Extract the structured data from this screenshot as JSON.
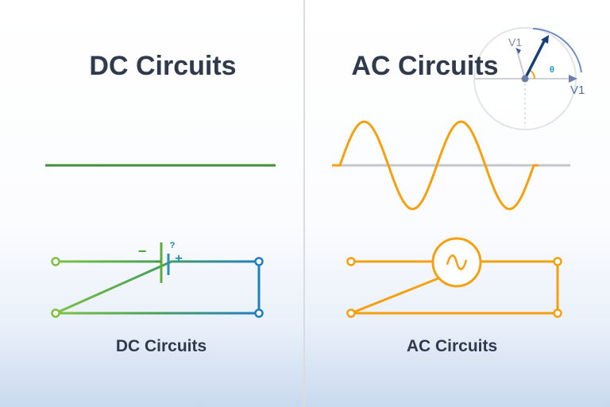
{
  "dc": {
    "title": "DC Circuits",
    "label": "DC Circuits",
    "minus_sign": "−",
    "plus_sign": "+",
    "question_mark": "?",
    "color_start": "#7cc242",
    "color_end": "#1f7fbf"
  },
  "ac": {
    "title": "AC Circuits",
    "label": "AC Circuits",
    "color": "#f5a00f",
    "phasor": {
      "vector_label": "V1",
      "axis_label": "V1",
      "angle_label": "θ"
    }
  }
}
